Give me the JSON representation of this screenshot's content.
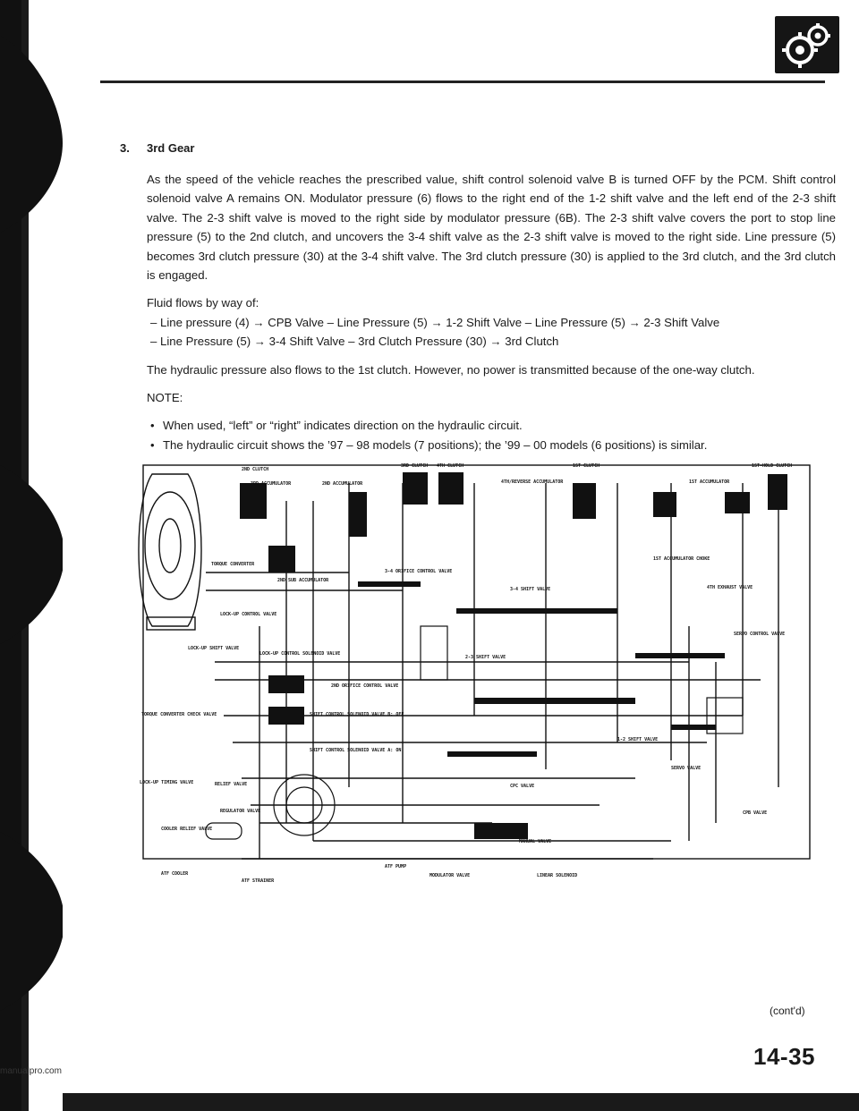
{
  "section": {
    "number": "3.",
    "title": "3rd Gear"
  },
  "paragraphs": [
    "As the speed of the vehicle reaches the prescribed value, shift control solenoid valve B is turned OFF by the PCM. Shift control solenoid valve A remains ON. Modulator pressure (6) flows to the right end of the 1-2 shift valve and the left end of the 2-3 shift valve. The 2-3 shift valve is moved to the right side by modulator pressure (6B). The 2-3 shift valve covers the port to stop line pressure (5) to the 2nd clutch, and uncovers the 3-4 shift valve as the 2-3 shift valve is moved to the right side. Line pressure (5) becomes 3rd clutch pressure (30) at the 3-4 shift valve. The 3rd clutch pressure (30) is applied to the 3rd clutch, and the 3rd clutch is engaged."
  ],
  "flow": {
    "intro": "Fluid flows by way of:",
    "lines": [
      "– Line pressure (4) → CPB Valve – Line Pressure (5) → 1-2 Shift Valve – Line Pressure (5) → 2-3 Shift Valve",
      "– Line Pressure (5) → 3-4 Shift Valve – 3rd Clutch Pressure (30) → 3rd Clutch"
    ]
  },
  "paragraph2": "The hydraulic pressure also flows to the 1st clutch. However, no power is transmitted because of the one-way clutch.",
  "note": {
    "label": "NOTE:",
    "items": [
      "When used, “left” or “right” indicates direction on the hydraulic circuit.",
      "The hydraulic circuit shows the ’97 – 98 models (7 positions); the ’99 – 00 models (6 positions) is similar."
    ]
  },
  "diagram_labels": {
    "clutch2": "2ND CLUTCH",
    "acc3": "3RD ACCUMULATOR",
    "acc2": "2ND ACCUMULATOR",
    "clutch3": "3RD CLUTCH",
    "clutch4": "4TH CLUTCH",
    "acc4": "4TH/REVERSE ACCUMULATOR",
    "clutch1": "1ST CLUTCH",
    "clutch1hold": "1ST-HOLD CLUTCH",
    "acc1": "1ST ACCUMULATOR",
    "tc": "TORQUE CONVERTER",
    "orifice34": "3-4 ORIFICE CONTROL VALVE",
    "acc1orif": "1ST ACCUMULATOR CHOKE",
    "acc2sub": "2ND SUB ACCUMULATOR",
    "shift34": "3-4 SHIFT VALVE",
    "exhaust4": "4TH EXHAUST VALVE",
    "lockupctrl": "LOCK-UP CONTROL VALVE",
    "servo": "SERVO CONTROL VALVE",
    "lockupshift": "LOCK-UP SHIFT VALVE",
    "lusolenoid": "LOCK-UP CONTROL SOLENOID VALVE",
    "orifice2nd": "2ND ORIFICE CONTROL VALVE",
    "shift23": "2-3 SHIFT VALVE",
    "tccheck": "TORQUE CONVERTER CHECK VALVE",
    "solB": "SHIFT CONTROL SOLENOID VALVE B: OFF",
    "solA": "SHIFT CONTROL SOLENOID VALVE A: ON",
    "shift12": "1-2 SHIFT VALVE",
    "servov": "SERVO VALVE",
    "lutiming": "LOCK-UP TIMING VALVE",
    "relief": "RELIEF VALVE",
    "cpc": "CPC VALVE",
    "regulator": "REGULATOR VALVE",
    "cpb": "CPB VALVE",
    "manual": "MANUAL VALVE",
    "cooler": "COOLER RELIEF VALVE",
    "cooleratf": "ATF COOLER",
    "pump": "ATF PUMP",
    "modulator": "MODULATOR VALVE",
    "linear": "LINEAR SOLENOID",
    "strainer": "ATF STRAINER"
  },
  "contd": "(cont'd)",
  "page_number": "14-35",
  "footer_url": "manualpro.com"
}
